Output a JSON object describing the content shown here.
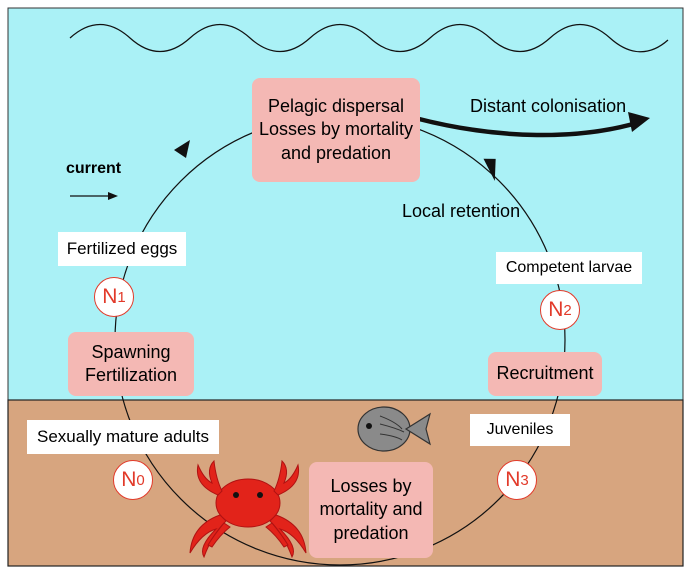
{
  "colors": {
    "water": "#aaf1f6",
    "sediment": "#d7a57f",
    "box_fill": "#f4b8b4",
    "node_ring": "#e23a2a",
    "crab": "#e2231a",
    "fish": "#8a8a8a"
  },
  "current": {
    "label": "current"
  },
  "dispersal": {
    "line1": "Pelagic dispersal",
    "line2": "Losses by mortality",
    "line3": "and predation"
  },
  "distant": {
    "label": "Distant colonisation"
  },
  "local": {
    "label": "Local retention"
  },
  "fertilized_eggs": {
    "label": "Fertilized eggs"
  },
  "competent_larvae": {
    "label": "Competent larvae"
  },
  "spawning": {
    "line1": "Spawning",
    "line2": "Fertilization"
  },
  "recruitment": {
    "label": "Recruitment"
  },
  "adults": {
    "label": "Sexually mature adults"
  },
  "juveniles": {
    "label": "Juveniles"
  },
  "benthic_losses": {
    "line1": "Losses by",
    "line2": "mortality and",
    "line3": "predation"
  },
  "nodes": [
    {
      "letter": "N",
      "sub": "0"
    },
    {
      "letter": "N",
      "sub": "1"
    },
    {
      "letter": "N",
      "sub": "2"
    },
    {
      "letter": "N",
      "sub": "3"
    }
  ],
  "icons": {
    "crab": "crab-icon",
    "fish": "fish-icon",
    "wave": "wave-line"
  }
}
